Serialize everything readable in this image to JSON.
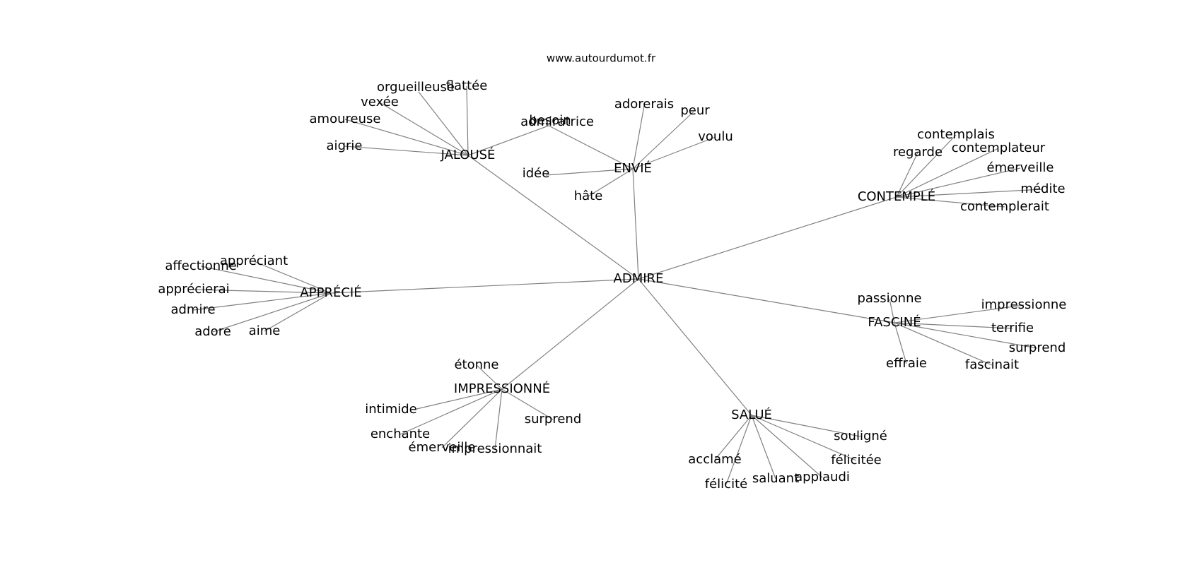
{
  "site": "www.autourdumot.fr",
  "edge_color": "#808080",
  "root": "ADMIRE",
  "groups": [
    {
      "label": "JALOUSÉ",
      "children": [
        "orgueilleuse",
        "flattée",
        "vexée",
        "amoureuse",
        "aigrie",
        "admiratrice"
      ]
    },
    {
      "label": "ENVIÉ",
      "children": [
        "adorerais",
        "peur",
        "voulu",
        "besoin",
        "idée",
        "hâte"
      ]
    },
    {
      "label": "CONTEMPLÉ",
      "children": [
        "contemplais",
        "regarde",
        "contemplateur",
        "émerveille",
        "médite",
        "contemplerait"
      ]
    },
    {
      "label": "APPRÉCIÉ",
      "children": [
        "appréciant",
        "affectionne",
        "apprécierai",
        "admire",
        "adore",
        "aime"
      ]
    },
    {
      "label": "FASCINÉ",
      "children": [
        "passionne",
        "impressionne",
        "terrifie",
        "surprend",
        "fascinait",
        "effraie"
      ]
    },
    {
      "label": "IMPRESSIONNÉ",
      "children": [
        "étonne",
        "intimide",
        "enchante",
        "émerveille",
        "impressionnait",
        "surprend"
      ]
    },
    {
      "label": "SALUÉ",
      "children": [
        "souligné",
        "félicitée",
        "applaudi",
        "saluant",
        "félicité",
        "acclamé"
      ]
    }
  ]
}
